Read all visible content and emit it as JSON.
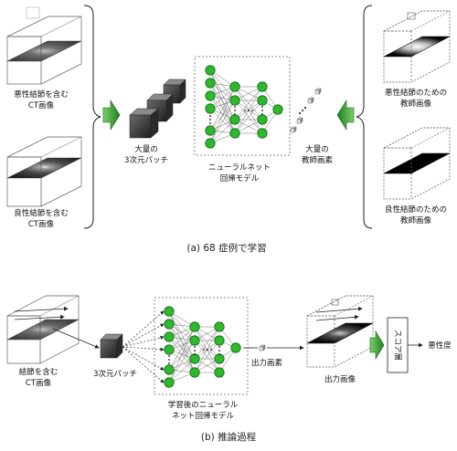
{
  "colors": {
    "arrow_green": "#1f8a1f",
    "node_green": "#2db82d",
    "node_stroke": "#0d6b0d"
  },
  "a": {
    "left_top_label_1": "悪性結節を含む",
    "left_top_label_2": "CT画像",
    "left_bot_label_1": "良性結節を含む",
    "left_bot_label_2": "CT画像",
    "patch_label_1": "大量の",
    "patch_label_2": "3次元パッチ",
    "net_label_1": "ニューラルネット",
    "net_label_2": "回帰モデル",
    "teacher_pixel_label_1": "大量の",
    "teacher_pixel_label_2": "教師画素",
    "right_top_label_1": "悪性結節のための",
    "right_top_label_2": "教師画像",
    "right_bot_label_1": "良性結節のための",
    "right_bot_label_2": "教師画像",
    "caption": "(a) 68 症例で学習"
  },
  "b": {
    "input_label_1": "結節を含む",
    "input_label_2": "CT画像",
    "patch_label": "3次元パッチ",
    "net_label_1": "学習後のニューラル",
    "net_label_2": "ネット回帰モデル",
    "output_pixel_label": "出力画素",
    "output_image_label": "出力画像",
    "score_layer_label": "スコア層",
    "malignancy_label": "悪性度",
    "caption": "(b) 推論過程"
  }
}
